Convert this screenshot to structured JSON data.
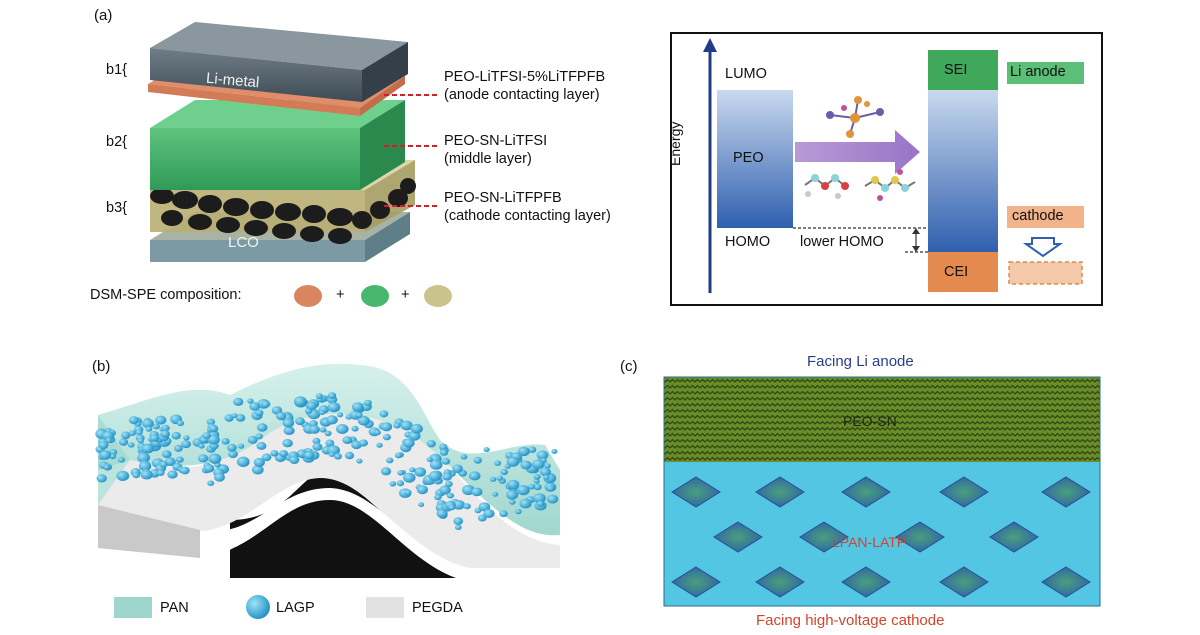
{
  "panel_a": {
    "label": "(a)",
    "layer_tags": [
      "b1{",
      "b2{",
      "b3{"
    ],
    "li_metal": "Li-metal",
    "lco": "LCO",
    "callouts": [
      {
        "line1": "PEO-LiTFSI-5%LiTFPFB",
        "line2": "(anode contacting layer)"
      },
      {
        "line1": "PEO-SN-LiTFSI",
        "line2": "(middle layer)"
      },
      {
        "line1": "PEO-SN-LiTFPFB",
        "line2": "(cathode contacting layer)"
      }
    ],
    "composition_label": "DSM-SPE composition:",
    "plus": "+",
    "composition_colors": [
      "#d98560",
      "#49b86e",
      "#cbc38c"
    ],
    "energy_diagram": {
      "axis_label": "Energy",
      "lumo": "LUMO",
      "peo": "PEO",
      "homo": "HOMO",
      "lower_homo": "lower HOMO",
      "sei": "SEI",
      "cei": "CEI",
      "li_anode": "Li anode",
      "cathode": "cathode"
    }
  },
  "panel_b": {
    "label": "(b)",
    "legend": [
      {
        "name": "PAN",
        "color": "#9ed6cd"
      },
      {
        "name": "LAGP",
        "color": "#3aa6d4"
      },
      {
        "name": "PEGDA",
        "color": "#e2e2e2"
      }
    ]
  },
  "panel_c": {
    "label": "(c)",
    "top_caption": "Facing Li anode",
    "top_layer": "PEO-SN",
    "bottom_layer": "LPAN-LATP",
    "bottom_caption": "Facing high-voltage cathode"
  }
}
